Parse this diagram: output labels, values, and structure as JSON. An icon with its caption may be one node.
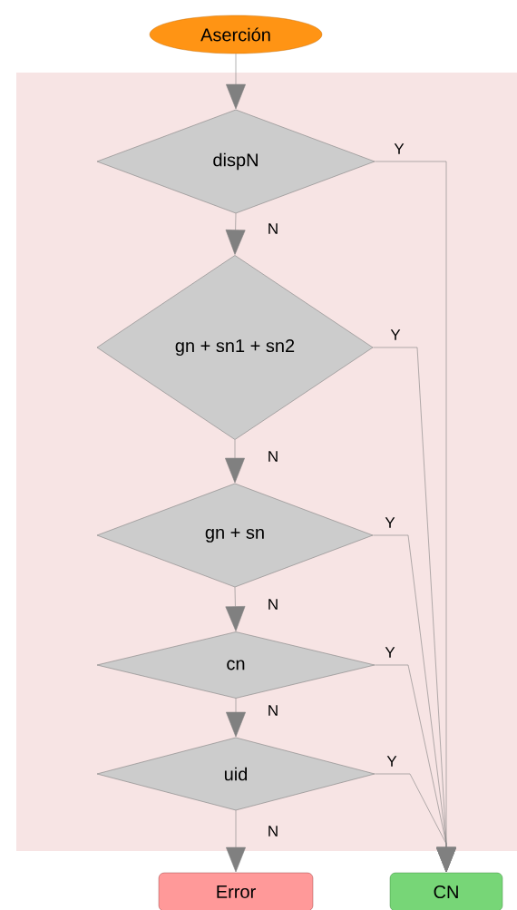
{
  "diagram": {
    "nodes": [
      {
        "text": [
          "Aserción"
        ]
      },
      {
        "text": [
          "dispN"
        ]
      },
      {
        "text": [
          "gn + sn1 + sn2"
        ]
      },
      {
        "text": [
          "gn + sn"
        ]
      },
      {
        "text": [
          "cn"
        ]
      },
      {
        "text": [
          "uid"
        ]
      },
      {
        "text": [
          "Error"
        ]
      },
      {
        "text": [
          "CN"
        ]
      }
    ],
    "edges": [
      {
        "from": 0,
        "to": 1,
        "arrow": "to"
      },
      {
        "from": 1,
        "to": 2,
        "arrow": "to",
        "label": "N"
      },
      {
        "from": 2,
        "to": 3,
        "arrow": "to",
        "label": "N"
      },
      {
        "from": 3,
        "to": 4,
        "arrow": "to",
        "label": "N"
      },
      {
        "from": 4,
        "to": 5,
        "arrow": "to",
        "label": "N"
      },
      {
        "from": 5,
        "to": 6,
        "arrow": "to",
        "label": "N"
      },
      {
        "from": 1,
        "to": 7,
        "arrow": "to",
        "label": "Y"
      },
      {
        "from": 2,
        "to": 7,
        "arrow": "to",
        "label": "Y"
      },
      {
        "from": 3,
        "to": 7,
        "arrow": "to",
        "label": "Y"
      },
      {
        "from": 4,
        "to": 7,
        "arrow": "to",
        "label": "Y"
      },
      {
        "from": 5,
        "to": 7,
        "arrow": "to",
        "label": "Y"
      }
    ]
  }
}
